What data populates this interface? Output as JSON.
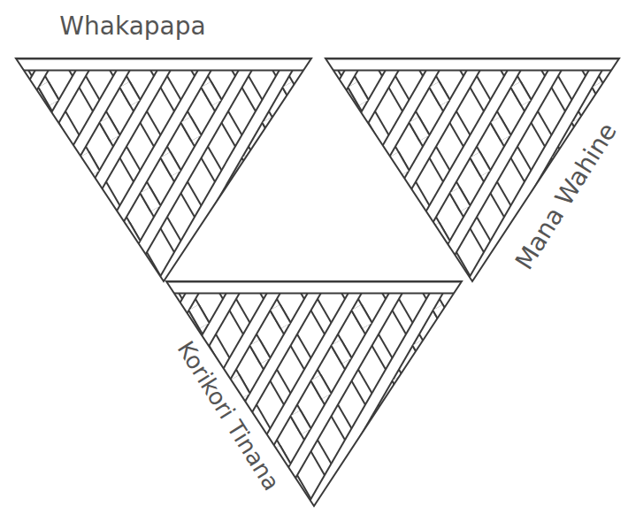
{
  "diagram": {
    "labels": [
      "Whakapapa",
      "Mana Wahine",
      "Korikori Tinana"
    ]
  }
}
